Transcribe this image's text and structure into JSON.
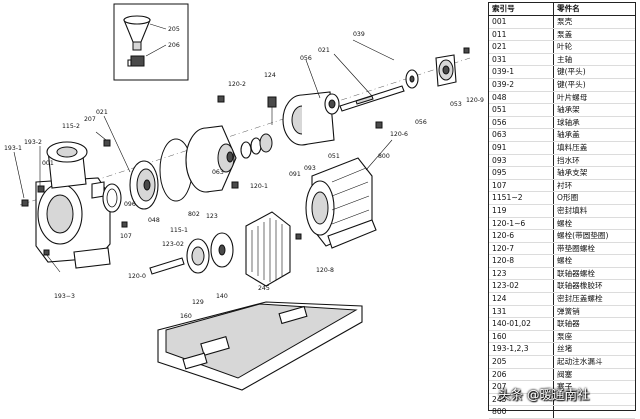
{
  "labels": {
    "l205": "205",
    "l206": "206",
    "l039": "039",
    "l021": "021",
    "l056a": "056",
    "l120_2": "120-2",
    "l124": "124",
    "l053": "053",
    "l120_9": "120-9",
    "l056b": "056",
    "l207": "207",
    "l115_2": "115-2",
    "l193_2": "193-2",
    "l193_1": "193-1",
    "l001": "001",
    "l021b": "021",
    "l048": "048",
    "l063": "063",
    "l120_6": "120-6",
    "l800": "800",
    "l091": "091",
    "l093": "093",
    "l051": "051",
    "l120_1": "120-1",
    "l802": "802",
    "l115_1": "115-1",
    "l107": "107",
    "l096": "096",
    "l123": "123",
    "l123_02": "123-02",
    "l120_8": "120-8",
    "l120_0": "120-0",
    "l129": "129",
    "l140": "140",
    "l245": "245",
    "l160": "160",
    "l193_3": "193−3"
  },
  "table": {
    "header": {
      "index": "索引号",
      "name": "零件名"
    },
    "rows": [
      {
        "index": "001",
        "name": "泵壳"
      },
      {
        "index": "011",
        "name": "泵盖"
      },
      {
        "index": "021",
        "name": "叶轮"
      },
      {
        "index": "031",
        "name": "主轴"
      },
      {
        "index": "039-1",
        "name": "键(平头)"
      },
      {
        "index": "039-2",
        "name": "键(平头)"
      },
      {
        "index": "048",
        "name": "叶片螺母"
      },
      {
        "index": "051",
        "name": "轴承架"
      },
      {
        "index": "056",
        "name": "球轴承"
      },
      {
        "index": "063",
        "name": "轴承盖"
      },
      {
        "index": "091",
        "name": "填料压盖"
      },
      {
        "index": "093",
        "name": "挡水环"
      },
      {
        "index": "095",
        "name": "轴承支架"
      },
      {
        "index": "107",
        "name": "衬环"
      },
      {
        "index": "1151~2",
        "name": "O形圈"
      },
      {
        "index": "119",
        "name": "密封填料"
      },
      {
        "index": "120-1~6",
        "name": "螺栓"
      },
      {
        "index": "120-6",
        "name": "螺栓(带圆垫圈)"
      },
      {
        "index": "120-7",
        "name": "带垫圈螺栓"
      },
      {
        "index": "120-8",
        "name": "螺栓"
      },
      {
        "index": "123",
        "name": "联轴器螺栓"
      },
      {
        "index": "123-02",
        "name": "联轴器橡胶环"
      },
      {
        "index": "124",
        "name": "密封压盖螺栓"
      },
      {
        "index": "131",
        "name": "弹簧销"
      },
      {
        "index": "140-01,02",
        "name": "联轴器"
      },
      {
        "index": "160",
        "name": "泵座"
      },
      {
        "index": "193-1,2,3",
        "name": "丝堵"
      },
      {
        "index": "205",
        "name": "起动注水漏斗"
      },
      {
        "index": "206",
        "name": "阀塞"
      },
      {
        "index": "207",
        "name": "塞子"
      },
      {
        "index": "245",
        "name": ""
      },
      {
        "index": "800",
        "name": ""
      }
    ]
  },
  "watermark": "头条 @暖通南社"
}
